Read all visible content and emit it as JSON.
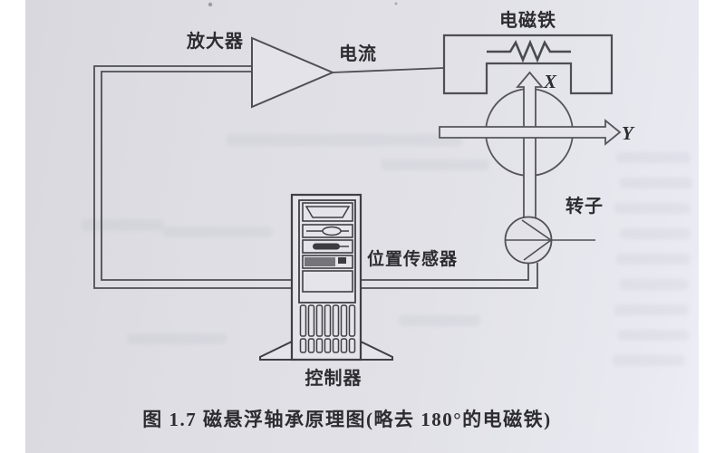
{
  "figure": {
    "type": "scanned-book-diagram",
    "caption": "图 1.7  磁悬浮轴承原理图(略去 180°的电磁铁)",
    "labels": {
      "amplifier": "放大器",
      "current": "电流",
      "electromagnet": "电磁铁",
      "axis_x": "X",
      "axis_y": "Y",
      "rotor": "转子",
      "position_sensor": "位置传感器",
      "controller": "控制器"
    },
    "colors": {
      "paper": "#dfdfe5",
      "paper_light": "#e7e7ee",
      "line": "#4e4e54",
      "dark_fill": "#3c3c40",
      "ink": "#2d2d31"
    }
  }
}
